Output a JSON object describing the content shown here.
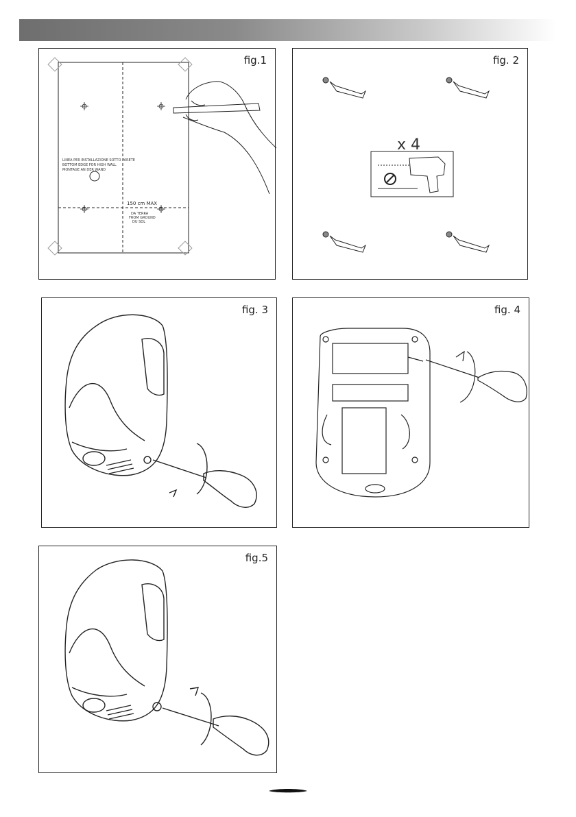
{
  "figures": {
    "fig1": {
      "label": "fig.1",
      "template_text": [
        "LINEA PER INSTALLAZIONE SOTTO PARETE",
        "BOTTOM EDGE FOR HIGH WALL",
        "MONTAGE AN DER WAND"
      ],
      "height_label": "150 cm MAX",
      "height_sub": [
        "DA TERRA",
        "FROM GROUND",
        "DU SOL"
      ]
    },
    "fig2": {
      "label": "fig. 2",
      "multiplier": "x 4"
    },
    "fig3": {
      "label": "fig. 3"
    },
    "fig4": {
      "label": "fig. 4"
    },
    "fig5": {
      "label": "fig.5"
    }
  }
}
